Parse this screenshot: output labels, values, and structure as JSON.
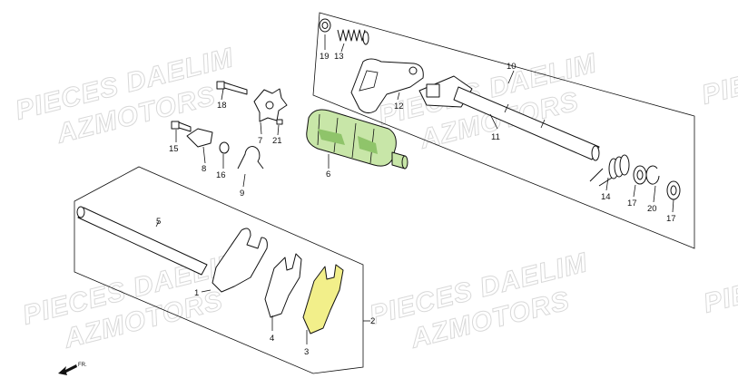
{
  "watermarks": [
    {
      "line1": "PIECES DAELIM",
      "line2": "AZMOTORS"
    },
    {
      "line1": "PIECES DAELIM",
      "line2": "AZMOTORS"
    },
    {
      "line1": "PIECES DAELIM",
      "line2": "AZMOTORS"
    },
    {
      "line1": "PIECES DAELIM",
      "line2": "AZMOTORS"
    }
  ],
  "watermark_partial": "PIE",
  "callouts": {
    "p1": "1",
    "p2": "2",
    "p3": "3",
    "p4": "4",
    "p5": "5",
    "p6": "6",
    "p7": "7",
    "p8": "8",
    "p9": "9",
    "p10": "10",
    "p11": "11",
    "p12": "12",
    "p13": "13",
    "p14": "14",
    "p15": "15",
    "p16": "16",
    "p17a": "17",
    "p17b": "17",
    "p18": "18",
    "p19": "19",
    "p20": "20",
    "p21": "21"
  },
  "direction_label": "FR.",
  "colors": {
    "highlight_fill": "#c8e6a8",
    "highlight_dark": "#8fc46a",
    "fork_highlight": "#f2ef8a",
    "line": "#111111",
    "watermark": "#d9d9d9"
  }
}
